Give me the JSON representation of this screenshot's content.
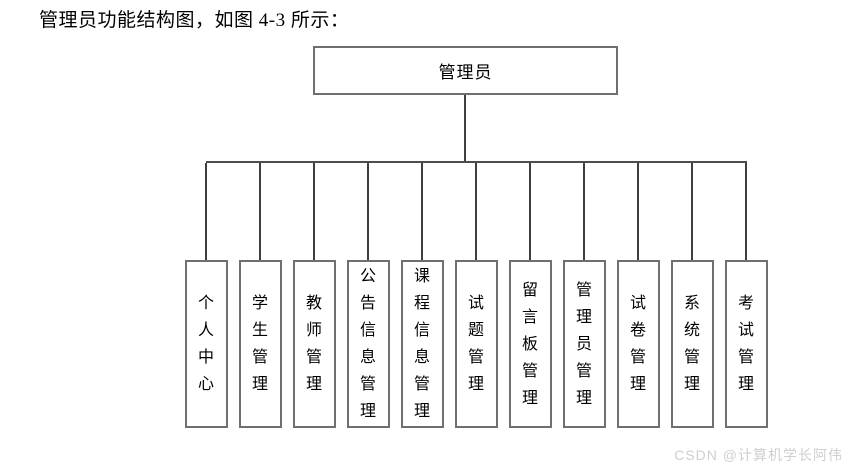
{
  "page": {
    "caption": "管理员功能结构图，如图 4-3 所示：",
    "watermark": "CSDN @计算机学长阿伟"
  },
  "diagram": {
    "type": "tree",
    "root": {
      "label": "管理员"
    },
    "children": [
      {
        "label": "个人中心"
      },
      {
        "label": "学生管理"
      },
      {
        "label": "教师管理"
      },
      {
        "label": "公告信息管理"
      },
      {
        "label": "课程信息管理"
      },
      {
        "label": "试题管理"
      },
      {
        "label": "留言板管理"
      },
      {
        "label": "管理员管理"
      },
      {
        "label": "试卷管理"
      },
      {
        "label": "系统管理"
      },
      {
        "label": "考试管理"
      }
    ],
    "colors": {
      "line": "#3f3f3f",
      "box_border": "#6f6f6f",
      "text": "#000000",
      "watermark": "#cfcfcf"
    }
  }
}
